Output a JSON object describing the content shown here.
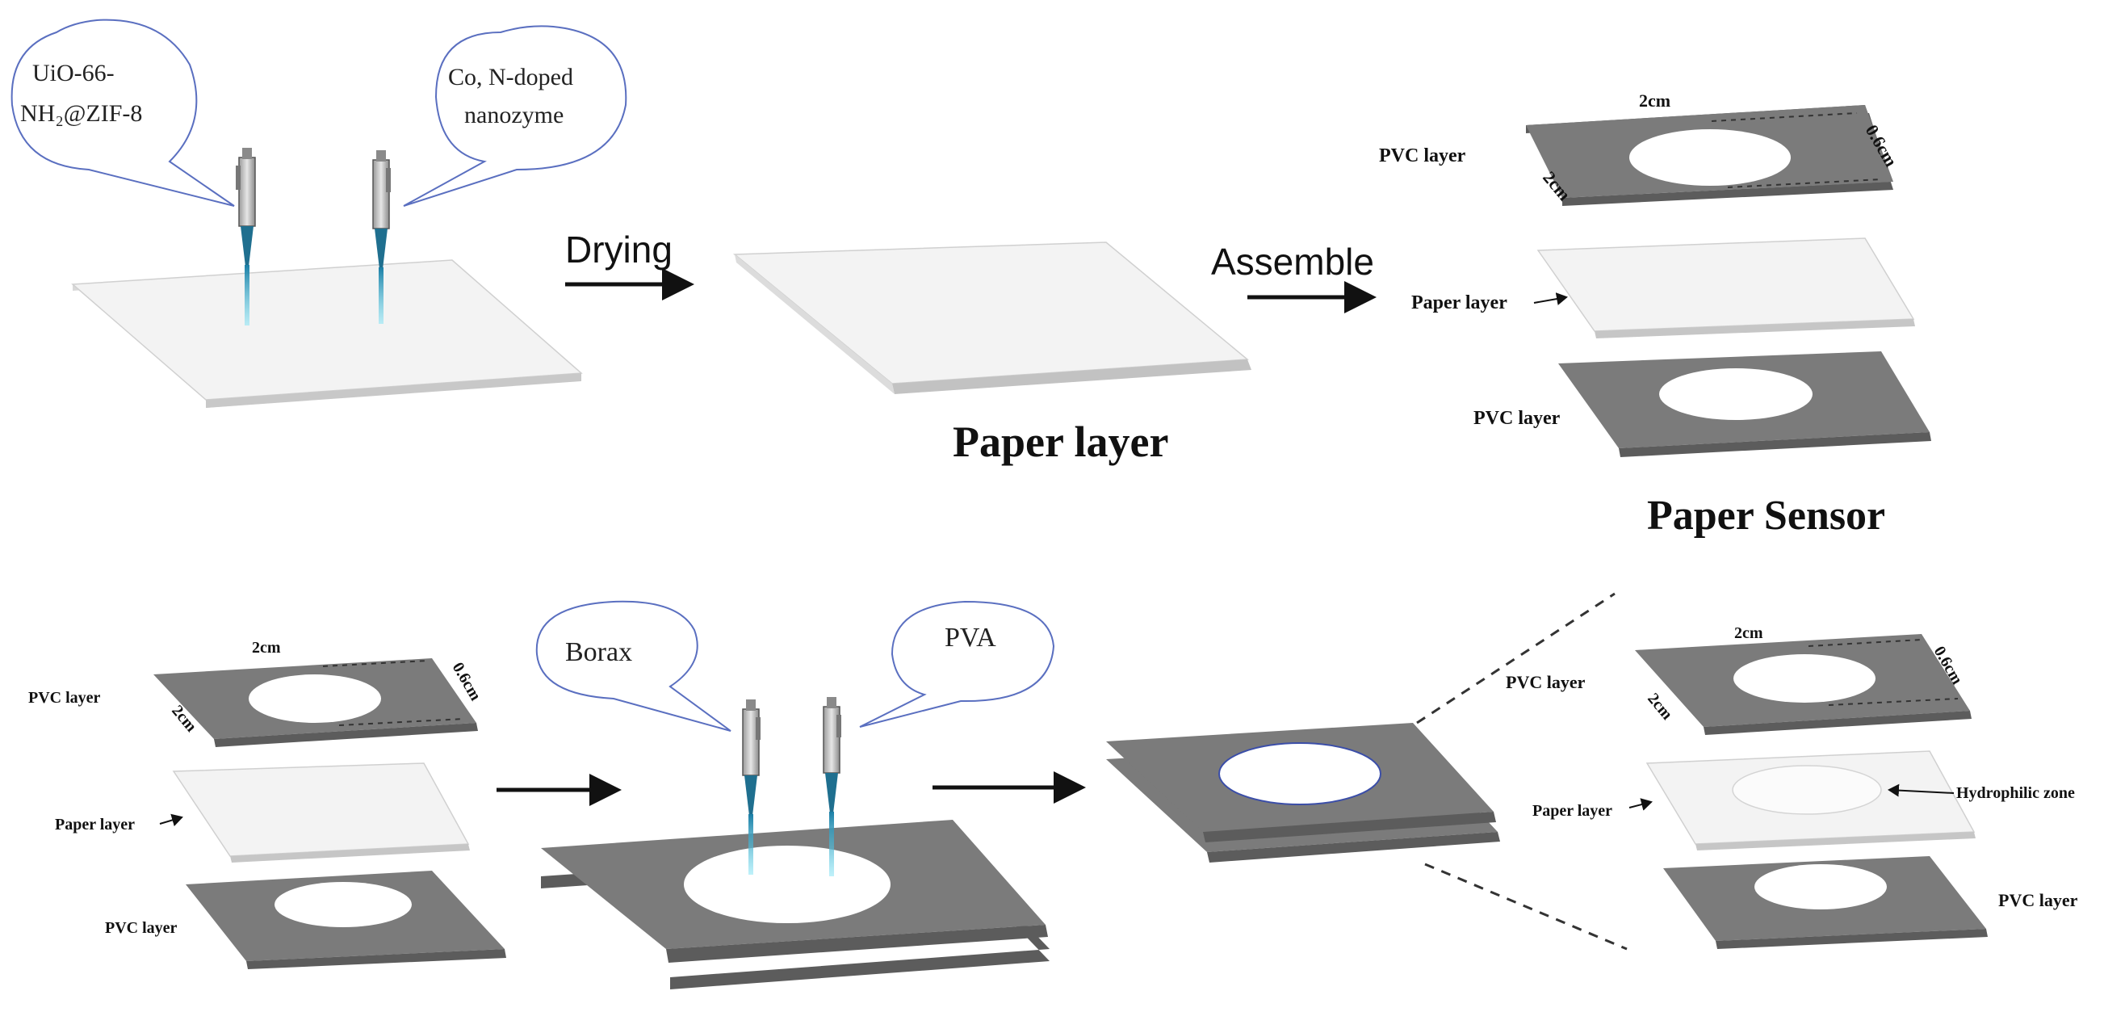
{
  "top": {
    "bubble_left_line1": "UiO-66-",
    "bubble_left_line2": "NH₂@ZIF-8",
    "bubble_right_line1": "Co, N-doped",
    "bubble_right_line2": "nanozyme",
    "arrow_drying": "Drying",
    "arrow_assemble": "Assemble",
    "paper_layer_title": "Paper layer",
    "sensor_title": "Paper Sensor",
    "sensor_pvc_top": "PVC layer",
    "sensor_paper": "Paper layer",
    "sensor_pvc_bottom": "PVC layer",
    "dim_width": "2cm",
    "dim_depth": "2cm",
    "dim_hole": "0.6cm"
  },
  "bottom": {
    "left_pvc_top": "PVC layer",
    "left_paper": "Paper layer",
    "left_pvc_bottom": "PVC layer",
    "left_dim_width": "2cm",
    "left_dim_depth": "2cm",
    "left_dim_hole": "0.6cm",
    "bubble_left": "Borax",
    "bubble_right": "PVA",
    "right_pvc_top": "PVC layer",
    "right_paper": "Paper layer",
    "right_hydrophilic": "Hydrophilic zone",
    "right_pvc_bottom": "PVC layer",
    "right_dim_width": "2cm",
    "right_dim_depth": "2cm",
    "right_dim_hole": "0.6cm"
  },
  "colors": {
    "pvc_gray": "#7b7b7b",
    "paper_white": "#f3f3f3",
    "pipette_tip": "#2aa8d0",
    "bubble_outline": "#5a6fc0"
  }
}
